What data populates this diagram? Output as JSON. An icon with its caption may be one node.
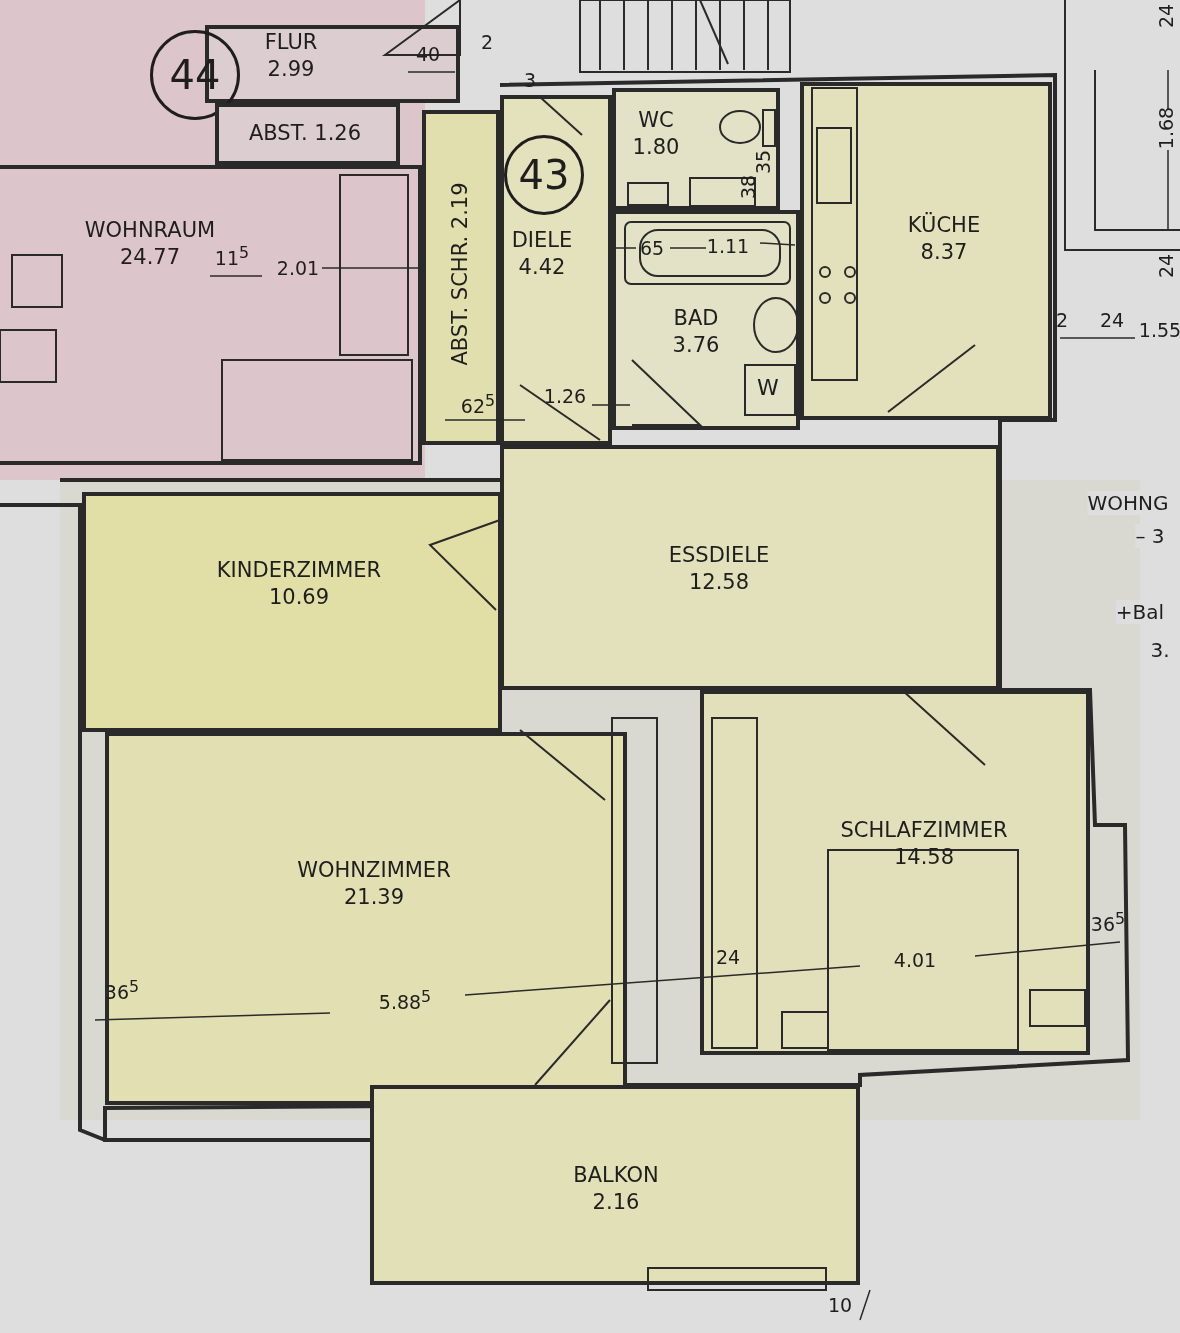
{
  "diagram": {
    "nodes": [
      {
        "text": [
          "FLUR",
          "2.99"
        ]
      },
      {
        "text": [
          "44"
        ]
      },
      {
        "text": [
          "ABST. 1.26"
        ]
      },
      {
        "text": [
          "WOHNRAUM",
          "24.77"
        ]
      },
      {
        "text": [
          "ABST. SCHR. 2.19"
        ]
      },
      {
        "text": [
          "DIELE",
          "4.42"
        ]
      },
      {
        "text": [
          "43"
        ],
        "in": 5
      },
      {
        "text": [
          "WC",
          "1.80"
        ]
      },
      {
        "text": [
          "BAD",
          "3.76"
        ]
      },
      {
        "text": [
          "W"
        ],
        "in": 8
      },
      {
        "text": [
          "KÜCHE",
          "8.37"
        ]
      },
      {
        "text": [
          "ESSDIELE",
          "12.58"
        ]
      },
      {
        "text": [
          "KINDERZIMMER",
          "10.69"
        ]
      },
      {
        "text": [
          "WOHNZIMMER",
          "21.39"
        ]
      },
      {
        "text": [
          "SCHLAFZIMMER",
          "14.58"
        ]
      },
      {
        "text": [
          "BALKON",
          "2.16"
        ]
      }
    ],
    "labels": [
      "40",
      "2",
      "3",
      "11$^{5}$",
      "2.01",
      "62$^{5}$",
      "1.26",
      "65",
      "1.11",
      "35",
      "38",
      "24",
      "1.68",
      "24",
      "2",
      "24",
      "1.55",
      "WOHNG",
      "– 3",
      "+Bal",
      "3.",
      "36$^{5}$",
      "5.88$^{5}$",
      "24",
      "4.01",
      "36$^{5}$",
      "10"
    ]
  }
}
